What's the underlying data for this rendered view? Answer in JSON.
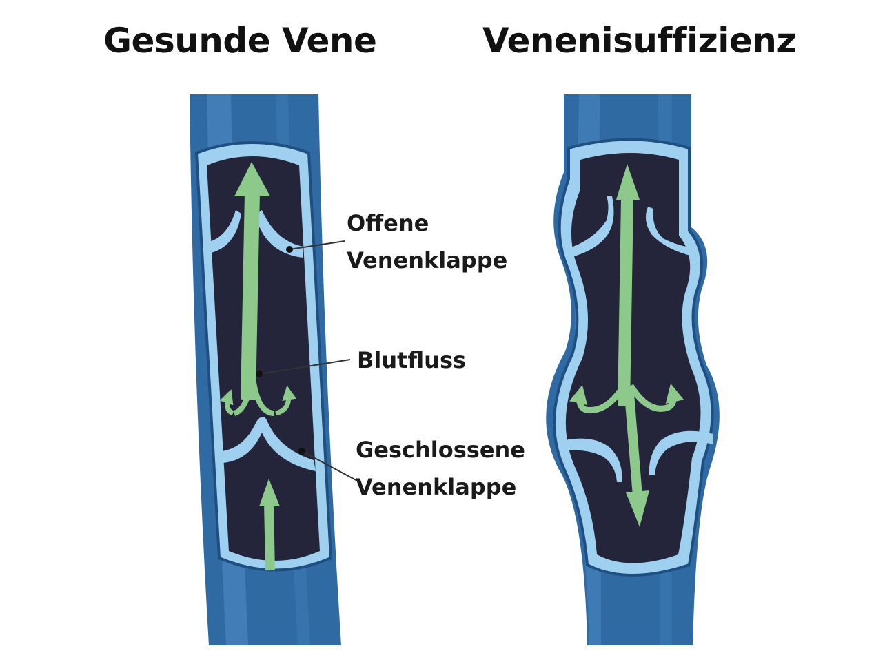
{
  "titles": {
    "healthy": "Gesunde Vene",
    "insufficient": "Venenisuffizienz"
  },
  "labels": {
    "open_valve": [
      "Offene",
      "Venenklappe"
    ],
    "blood_flow": "Blutfluss",
    "closed_valve": [
      "Geschlossene",
      "Venenklappe"
    ]
  },
  "colors": {
    "vein_outer": "#2f6aa3",
    "vein_highlight": "#4a86c0",
    "vein_wall": "#9fd0f0",
    "lumen": "#24243a",
    "flow_arrow": "#8cc98a"
  }
}
